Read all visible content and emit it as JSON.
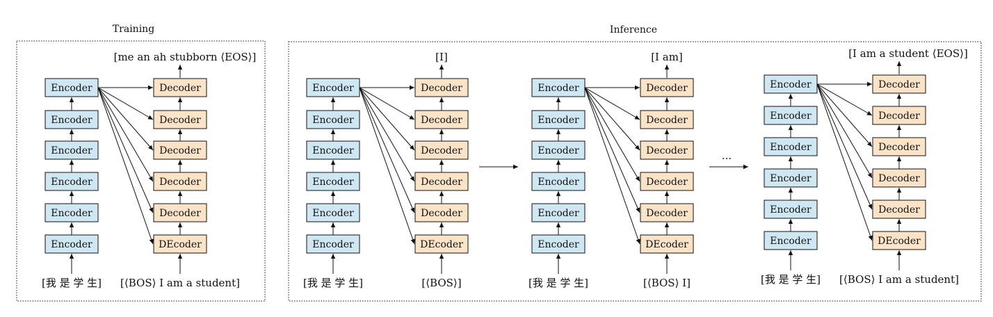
{
  "sections": {
    "training_title": "Training",
    "inference_title": "Inference"
  },
  "colors": {
    "encoder_fill": "#cfe7f3",
    "decoder_fill": "#fbe3c8",
    "stroke": "#111111"
  },
  "training": {
    "encoders": [
      "Encoder",
      "Encoder",
      "Encoder",
      "Encoder",
      "Encoder",
      "Encoder"
    ],
    "decoders": [
      "Decoder",
      "Decoder",
      "Decoder",
      "Decoder",
      "Decoder",
      "DEcoder"
    ],
    "input": "[我 是 学 生]",
    "decoder_input": "[⟨BOS⟩ I am a student]",
    "output": "[me an ah stubborn ⟨EOS⟩]"
  },
  "inference": {
    "step1": {
      "encoders": [
        "Encoder",
        "Encoder",
        "Encoder",
        "Encoder",
        "Encoder",
        "Encoder"
      ],
      "decoders": [
        "Decoder",
        "Decoder",
        "Decoder",
        "Decoder",
        "Decoder",
        "DEcoder"
      ],
      "input": "[我 是 学 生]",
      "decoder_input": "[⟨BOS⟩]",
      "output": "[I]"
    },
    "step2": {
      "encoders": [
        "Encoder",
        "Encoder",
        "Encoder",
        "Encoder",
        "Encoder",
        "Encoder"
      ],
      "decoders": [
        "Decoder",
        "Decoder",
        "Decoder",
        "Decoder",
        "Decoder",
        "DEcoder"
      ],
      "input": "[我 是 学 生]",
      "decoder_input": "[⟨BOS⟩ I]",
      "output": "[I am]"
    },
    "step3": {
      "encoders": [
        "Encoder",
        "Encoder",
        "Encoder",
        "Encoder",
        "Encoder",
        "Encoder"
      ],
      "decoders": [
        "Decoder",
        "Decoder",
        "Decoder",
        "Decoder",
        "Decoder",
        "DEcoder"
      ],
      "input": "[我 是 学 生]",
      "decoder_input": "[⟨BOS⟩ I am a student]",
      "output": "[I am a student ⟨EOS⟩]"
    },
    "ellipsis": "···"
  }
}
